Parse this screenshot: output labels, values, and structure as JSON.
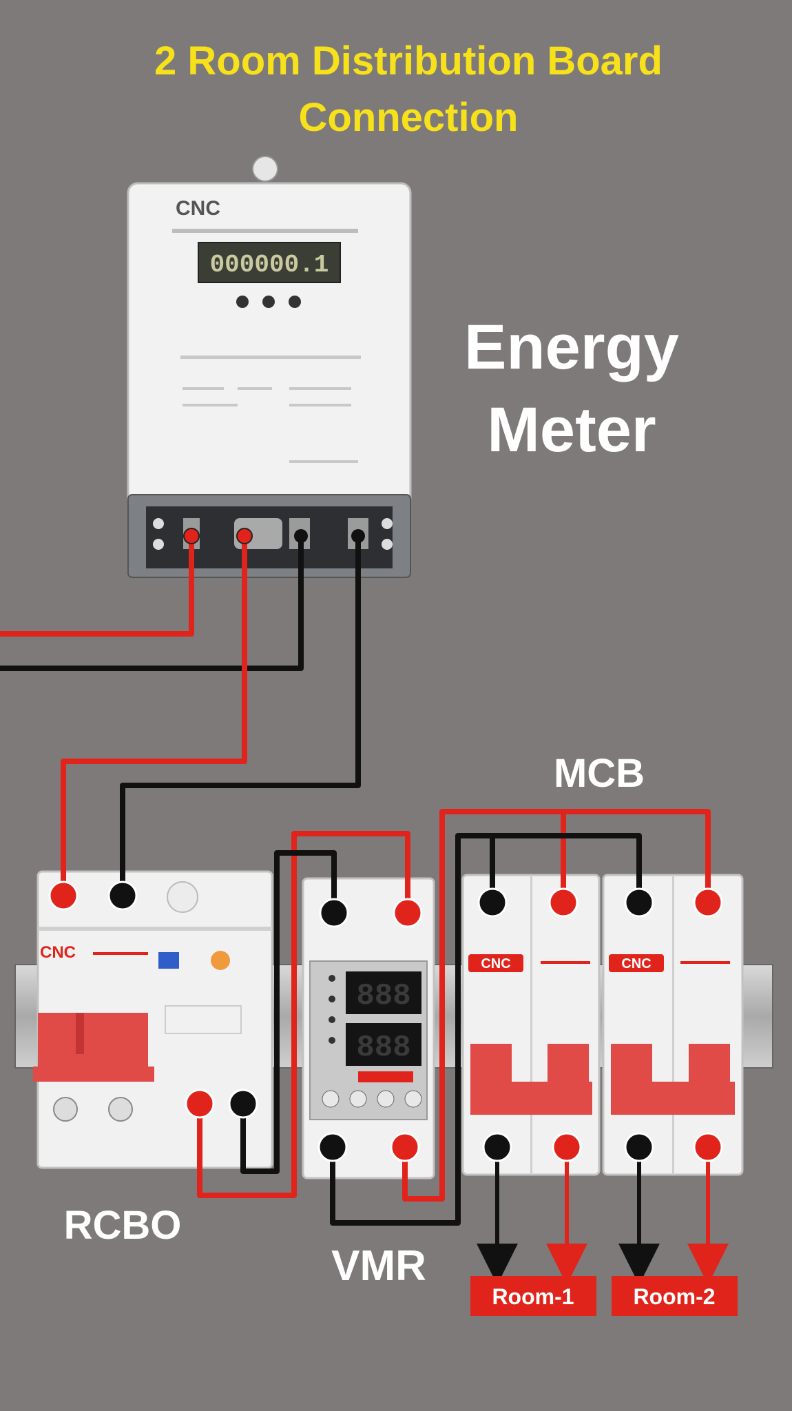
{
  "title": {
    "line1": "2 Room Distribution Board",
    "line2": "Connection"
  },
  "labels": {
    "energy_meter_line1": "Energy",
    "energy_meter_line2": "Meter",
    "mcb": "MCB",
    "rcbo": "RCBO",
    "vmr": "VMR",
    "room1": "Room-1",
    "room2": "Room-2"
  },
  "brand": "CNC",
  "meter": {
    "reading": "000000.1"
  },
  "vmr_display": {
    "top": "888",
    "bottom": "888"
  },
  "colors": {
    "background": "#7e7a7a",
    "title": "#f7e11a",
    "label": "#ffffff",
    "live_wire": "#e0241b",
    "neutral_wire": "#111111",
    "breaker_handle": "#e04a47",
    "room_box": "#e0241b"
  },
  "icons": {
    "wire_arrow": "arrow-down-icon",
    "terminal": "terminal-dot-icon"
  }
}
